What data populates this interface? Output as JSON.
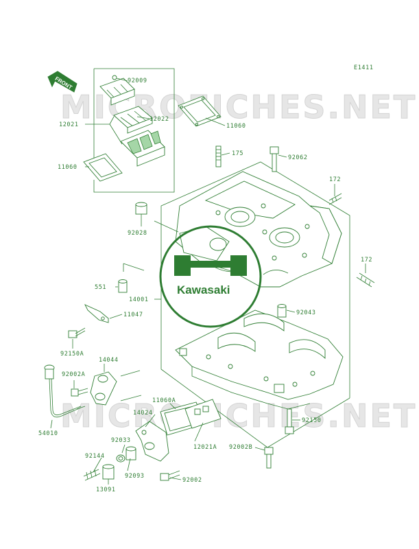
{
  "figure_code": "E1411",
  "front_label": "FRONT",
  "watermark": "MICROFICHES.NET",
  "logo_text": "Kawasaki",
  "colors": {
    "ink": "#2e7d32",
    "shade": "#a5d6a7",
    "watermark": "#e6e6e6"
  },
  "callouts": {
    "p92009": "92009",
    "p12021": "12021",
    "p12022": "12022",
    "p11060_top": "11060",
    "p11060_left": "11060",
    "p175": "175",
    "p92062": "92062",
    "p172_top": "172",
    "p172_right": "172",
    "p92028": "92028",
    "p551": "551",
    "p14001": "14001",
    "p11047": "11047",
    "p92043": "92043",
    "p92150A": "92150A",
    "p14044": "14044",
    "p92002A": "92002A",
    "p54010": "54010",
    "p11060A": "11060A",
    "p14024": "14024",
    "p92033": "92033",
    "p12021A": "12021A",
    "p92150": "92150",
    "p92144": "92144",
    "p92093": "92093",
    "p92002B": "92002B",
    "p13091": "13091",
    "p92002": "92002"
  }
}
